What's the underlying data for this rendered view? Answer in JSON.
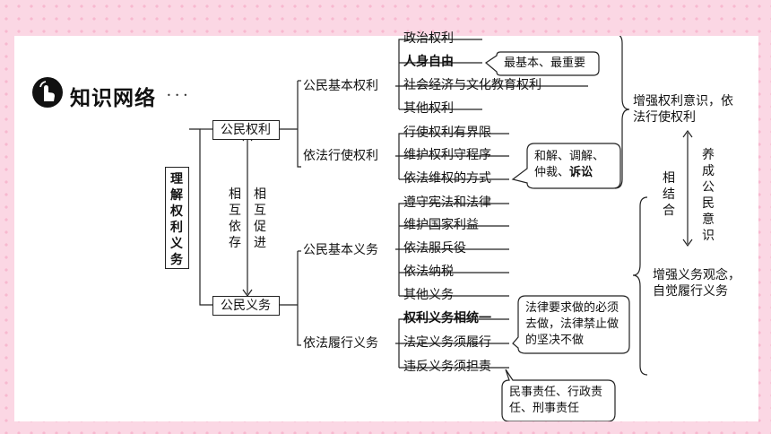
{
  "header": {
    "title": "知识网络",
    "icon": "hand-pointer-icon",
    "dots": "• • •"
  },
  "root": "理解权利义务",
  "relations": {
    "left": "相互依存",
    "right": "相互促进"
  },
  "rights": {
    "label": "公民权利",
    "basic": {
      "label": "公民基本权利",
      "items": [
        "政治权利",
        "人身自由",
        "社会经济与文化教育权利",
        "其他权利"
      ],
      "note": "最基本、最重要"
    },
    "exercise": {
      "label": "依法行使权利",
      "items": [
        "行使权利有界限",
        "维护权利守程序",
        "依法维权的方式"
      ],
      "note_parts": [
        "和解、调解、",
        "仲裁、",
        "诉讼"
      ]
    }
  },
  "duties": {
    "label": "公民义务",
    "basic": {
      "label": "公民基本义务",
      "items": [
        "遵守宪法和法律",
        "维护国家利益",
        "依法服兵役",
        "依法纳税",
        "其他义务"
      ]
    },
    "perform": {
      "label": "依法履行义务",
      "items": [
        "权利义务相统一",
        "法定义务须履行",
        "违反义务须担责"
      ],
      "note_top": "法律要求做的必须去做，法律禁止做的坚决不做",
      "note_bottom": "民事责任、行政责任、刑事责任"
    }
  },
  "right_side": {
    "top": "增强权利意识，依法行使权利",
    "bottom": "增强义务观念，自觉履行义务",
    "mid_left": "相结合",
    "mid_right": "养成公民意识"
  },
  "colors": {
    "background": "#fbd7e4",
    "dots": "#f7b8cf",
    "card": "#ffffff",
    "line": "#222222"
  }
}
